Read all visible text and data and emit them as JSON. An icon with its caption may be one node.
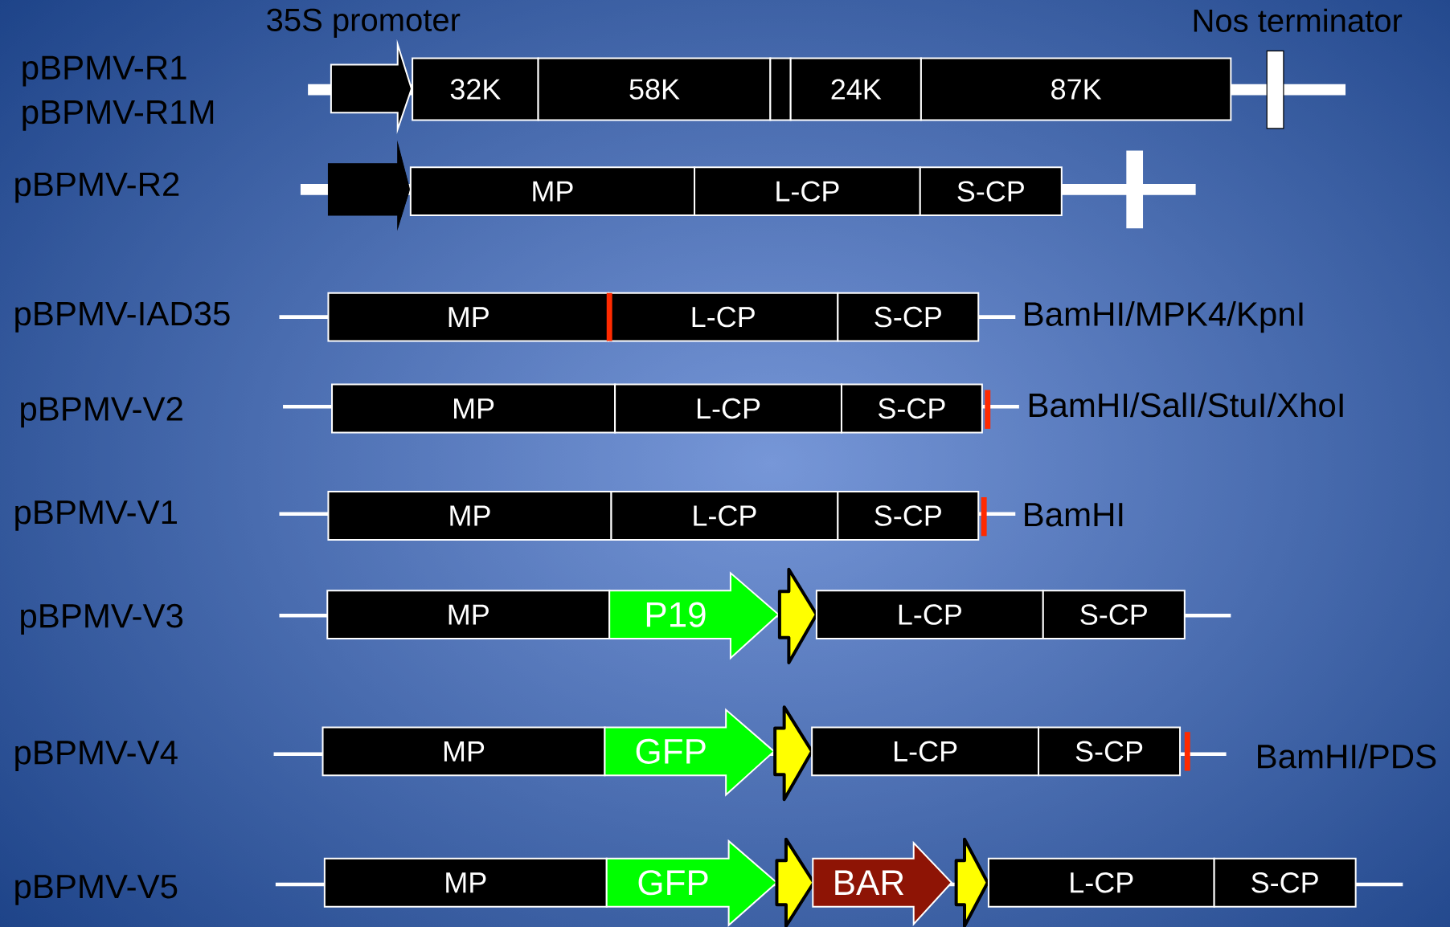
{
  "diagram": {
    "nodes": [
      {
        "text": [],
        "shape": "arrow",
        "beside": [
          "35S promoter"
        ]
      },
      {
        "text": [
          "32K"
        ]
      },
      {
        "text": [
          "58K"
        ]
      },
      {
        "text": [],
        "shape": "box"
      },
      {
        "text": [
          "24K"
        ]
      },
      {
        "text": [
          "87K"
        ]
      },
      {
        "text": [],
        "shape": "bar",
        "beside": [
          "Nos terminator"
        ]
      },
      {
        "text": [],
        "shape": "arrow"
      },
      {
        "text": [
          "MP"
        ]
      },
      {
        "text": [
          "L-CP"
        ]
      },
      {
        "text": [
          "S-CP"
        ]
      },
      {
        "text": [],
        "shape": "bar"
      },
      {
        "text": [
          "MP"
        ]
      },
      {
        "text": [
          "L-CP"
        ]
      },
      {
        "text": [
          "S-CP"
        ]
      },
      {
        "text": [
          "MP"
        ]
      },
      {
        "text": [
          "L-CP"
        ]
      },
      {
        "text": [
          "S-CP"
        ]
      },
      {
        "text": [
          "MP"
        ]
      },
      {
        "text": [
          "L-CP"
        ]
      },
      {
        "text": [
          "S-CP"
        ]
      },
      {
        "text": [
          "MP"
        ]
      },
      {
        "text": [
          "P19"
        ]
      },
      {
        "text": [],
        "shape": "arrow"
      },
      {
        "text": [
          "L-CP"
        ]
      },
      {
        "text": [
          "S-CP"
        ]
      },
      {
        "text": [
          "MP"
        ]
      },
      {
        "text": [
          "GFP"
        ]
      },
      {
        "text": [],
        "shape": "arrow"
      },
      {
        "text": [
          "L-CP"
        ]
      },
      {
        "text": [
          "S-CP"
        ]
      },
      {
        "text": [
          "MP"
        ]
      },
      {
        "text": [
          "GFP"
        ]
      },
      {
        "text": [],
        "shape": "arrow"
      },
      {
        "text": [
          "BAR"
        ]
      },
      {
        "text": [],
        "shape": "arrow"
      },
      {
        "text": [
          "L-CP"
        ]
      },
      {
        "text": [
          "S-CP"
        ]
      }
    ],
    "labels": [
      "pBPMV-R1",
      "pBPMV-R1M",
      "pBPMV-R2",
      "pBPMV-IAD35",
      "BamHI/MPK4/KpnI",
      "pBPMV-V2",
      "BamHI/SalI/StuI/XhoI",
      "pBPMV-V1",
      "BamHI",
      "pBPMV-V3",
      "pBPMV-V4",
      "BamHI/PDS",
      "pBPMV-V5"
    ]
  }
}
